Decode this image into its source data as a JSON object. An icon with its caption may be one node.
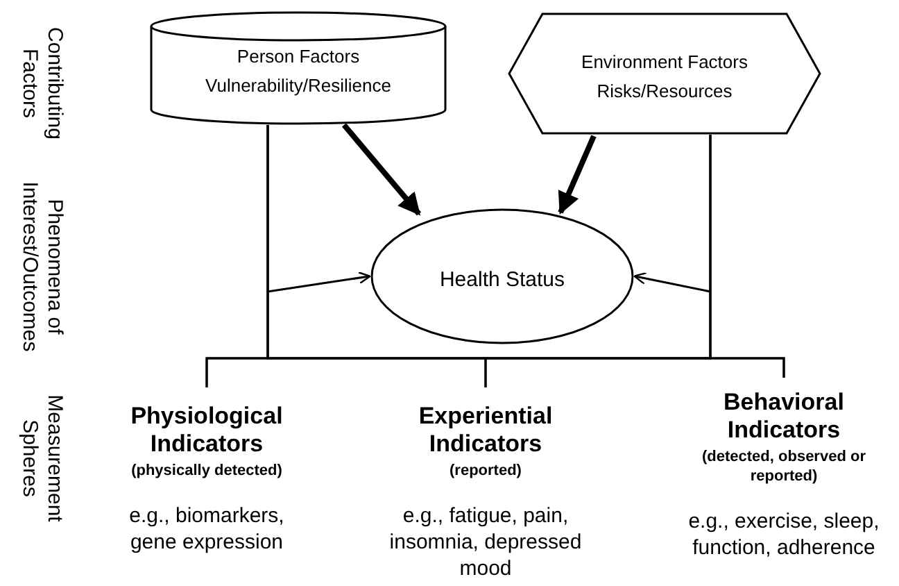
{
  "diagram": {
    "nodes": [
      {
        "text": [
          "Person Factors",
          "Vulnerability/Resilience"
        ]
      },
      {
        "text": [
          "Environment Factors",
          "Risks/Resources"
        ]
      },
      {
        "text": [
          "Health Status"
        ]
      },
      {
        "text": [
          "Physiological Indicators",
          "(physically detected)",
          "e.g., biomarkers, gene expression"
        ]
      },
      {
        "text": [
          "Experiential Indicators",
          "(reported)",
          "e.g., fatigue, pain, insomnia, depressed mood"
        ]
      },
      {
        "text": [
          "Behavioral Indicators",
          "(detected, observed or reported)",
          "e.g., exercise, sleep, function, adherence"
        ]
      }
    ],
    "edges": [
      {
        "from": 0,
        "to": 2,
        "arrow": "to",
        "style": "thick"
      },
      {
        "from": 1,
        "to": 2,
        "arrow": "to",
        "style": "thick"
      },
      {
        "from": null,
        "to": 2,
        "arrow": "to"
      },
      {
        "from": null,
        "to": 2,
        "arrow": "to"
      },
      {
        "from": 0,
        "to": 3,
        "arrow": "none"
      },
      {
        "from": 0,
        "to": 4,
        "arrow": "none"
      },
      {
        "from": 0,
        "to": 5,
        "arrow": "none"
      },
      {
        "from": 1,
        "to": 3,
        "arrow": "none"
      },
      {
        "from": 1,
        "to": 4,
        "arrow": "none"
      },
      {
        "from": 1,
        "to": 5,
        "arrow": "none"
      }
    ],
    "labels": [
      "Contributing Factors",
      "Phenomena of Interest/Outcomes",
      "Measurement Spheres"
    ]
  }
}
